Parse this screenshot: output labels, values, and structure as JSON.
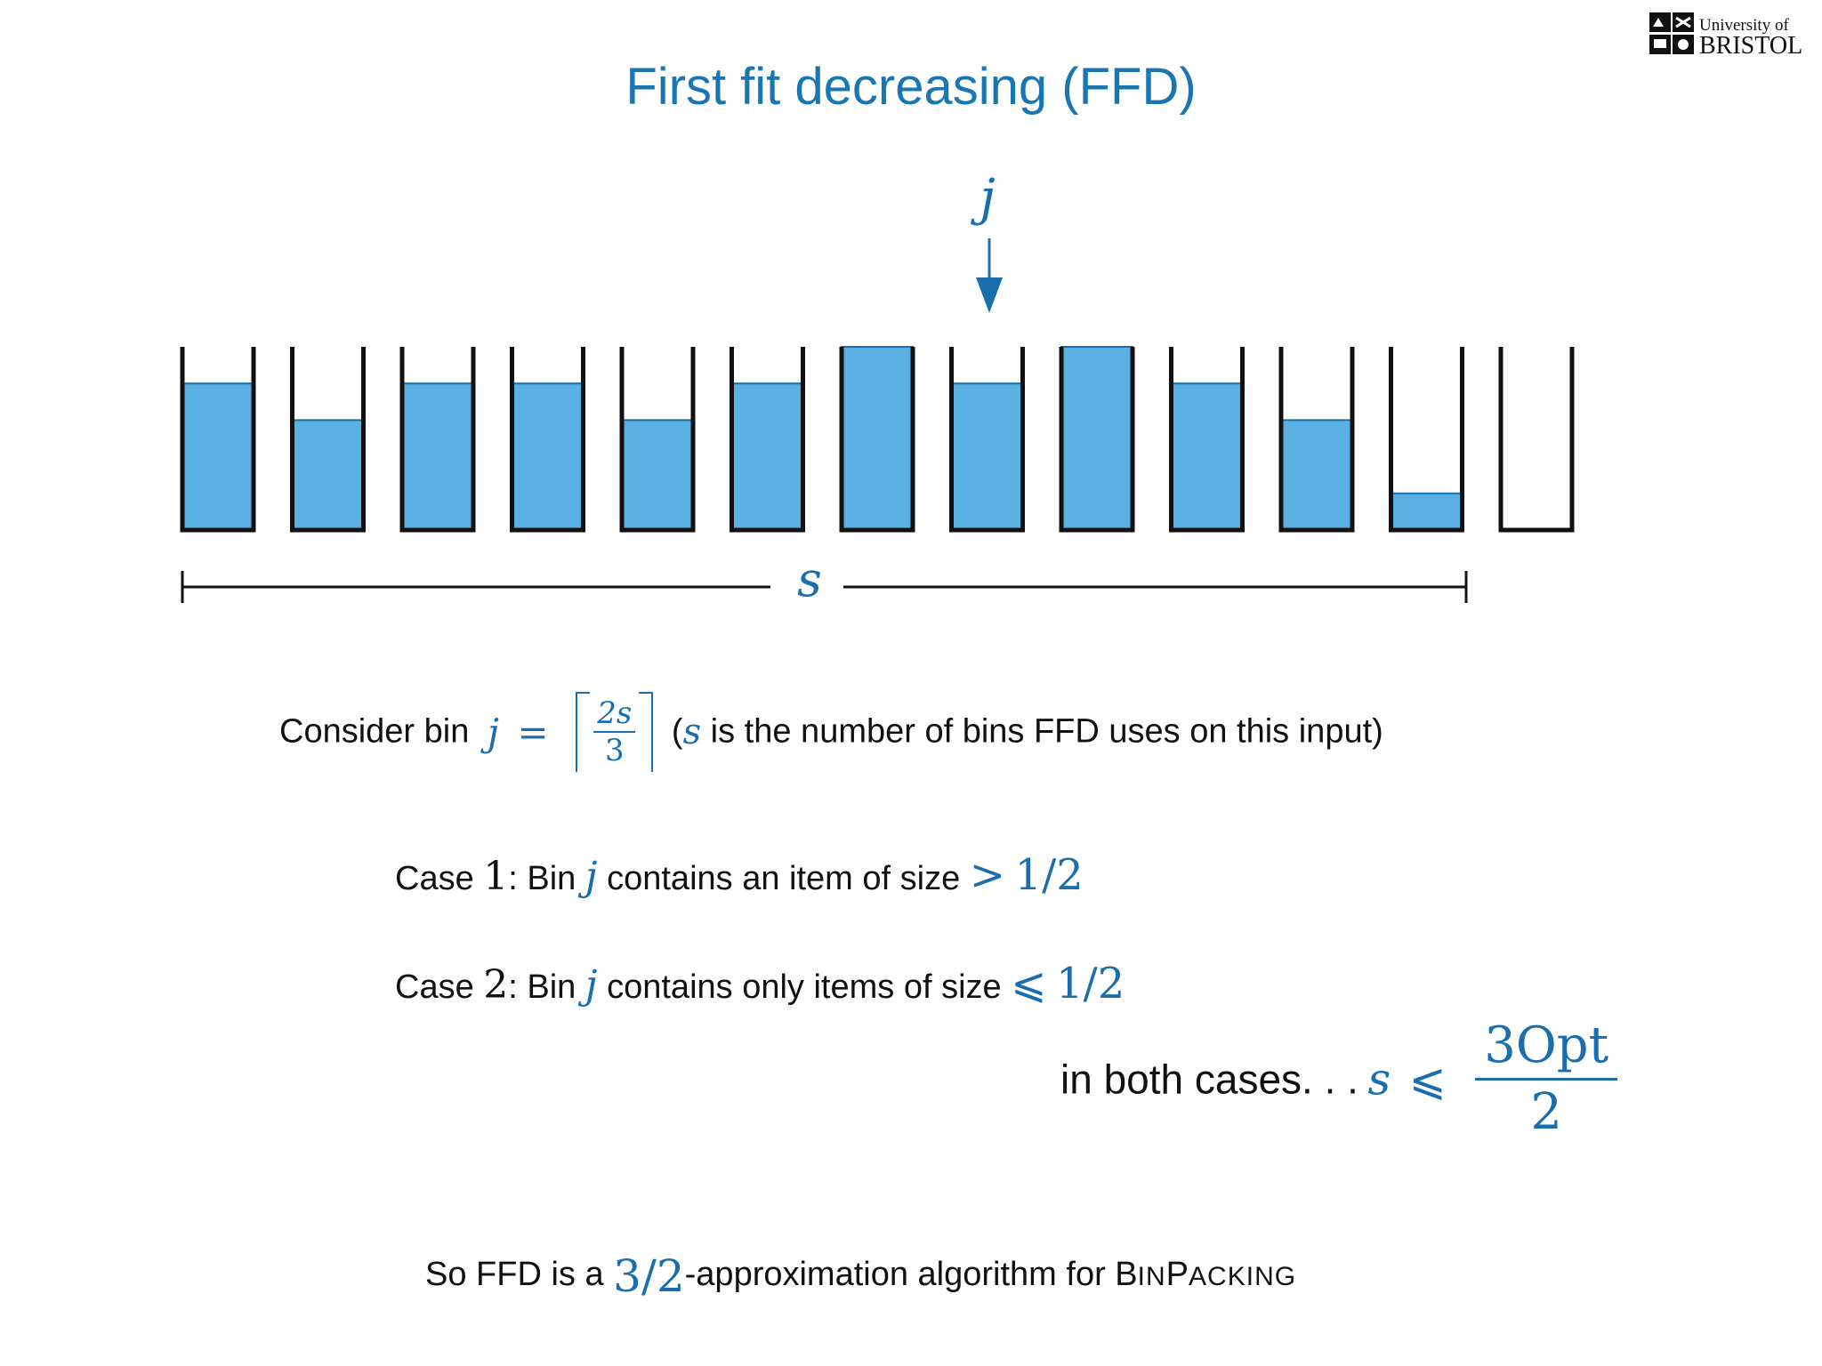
{
  "title": "First fit decreasing (FFD)",
  "logo": {
    "line1": "University of",
    "line2": "BRISTOL"
  },
  "colors": {
    "accent": "#1a76b3",
    "fill": "#5aafe3",
    "ink": "#111111"
  },
  "diagram": {
    "pointer_label": "j",
    "span_label": "s",
    "bins": [
      {
        "fill": 0.8
      },
      {
        "fill": 0.6
      },
      {
        "fill": 0.8
      },
      {
        "fill": 0.8
      },
      {
        "fill": 0.6
      },
      {
        "fill": 0.8
      },
      {
        "fill": 1.0
      },
      {
        "fill": 0.8
      },
      {
        "fill": 1.0
      },
      {
        "fill": 0.8
      },
      {
        "fill": 0.6
      },
      {
        "fill": 0.2
      },
      {
        "fill": 0.0
      }
    ],
    "pointer_bin": 8,
    "span_bins": 12
  },
  "consider": {
    "prefix": "Consider bin",
    "var": "j",
    "eq": "=",
    "num": "2s",
    "den": "3",
    "paren_open": "(",
    "paren_var": "s",
    "suffix": "is the number of bins FFD uses on this input)"
  },
  "case1": {
    "prefix": "Case",
    "num": "1",
    "mid": ": Bin",
    "var": "j",
    "text": "contains an item of size",
    "rel": ">",
    "val": "1/2"
  },
  "case2": {
    "prefix": "Case",
    "num": "2",
    "mid": ": Bin",
    "var": "j",
    "text": "contains only items of size",
    "rel": "⩽",
    "val": "1/2"
  },
  "conclusion": {
    "text": "in both cases. . .",
    "var": "s",
    "rel": "⩽",
    "num": "3Opt",
    "den": "2"
  },
  "final": {
    "prefix": "So FFD is a",
    "ratio": "3/2",
    "mid": "-approximation algorithm for",
    "problem": "BinPacking"
  }
}
